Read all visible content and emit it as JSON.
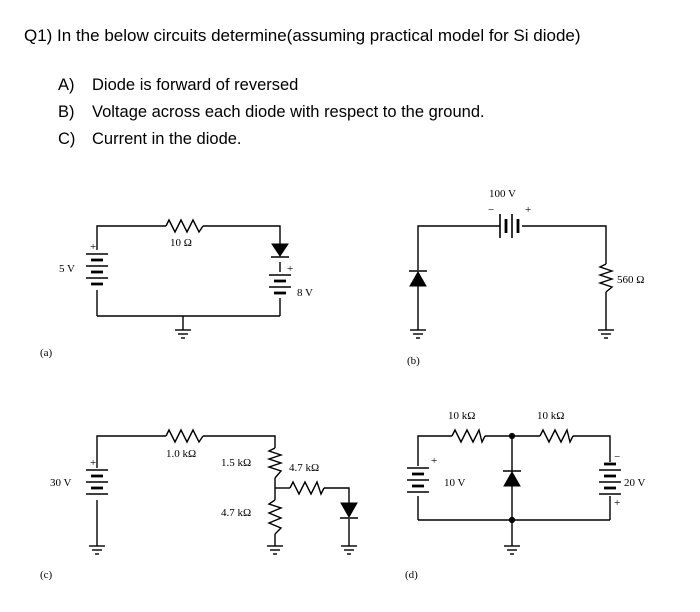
{
  "question": {
    "title": "Q1) In the below circuits determine(assuming practical model for Si diode)",
    "items": [
      {
        "letter": "A)",
        "text": "Diode is forward of reversed"
      },
      {
        "letter": "B)",
        "text": "Voltage across each diode with respect to the ground."
      },
      {
        "letter": "C)",
        "text": "Current in the diode."
      }
    ]
  },
  "circuits": {
    "a": {
      "tag": "(a)",
      "source1": "5 V",
      "resistor": "10 Ω",
      "source2": "8 V"
    },
    "b": {
      "tag": "(b)",
      "source": "100 V",
      "resistor": "560 Ω"
    },
    "c": {
      "tag": "(c)",
      "source": "30 V",
      "r1": "1.0 kΩ",
      "r2": "1.5 kΩ",
      "r3": "4.7 kΩ",
      "r4": "4.7 kΩ"
    },
    "d": {
      "tag": "(d)",
      "r1": "10 kΩ",
      "r2": "10 kΩ",
      "source1": "10 V",
      "source2": "20 V"
    }
  },
  "symbols": {
    "plus": "+",
    "minus": "−"
  }
}
